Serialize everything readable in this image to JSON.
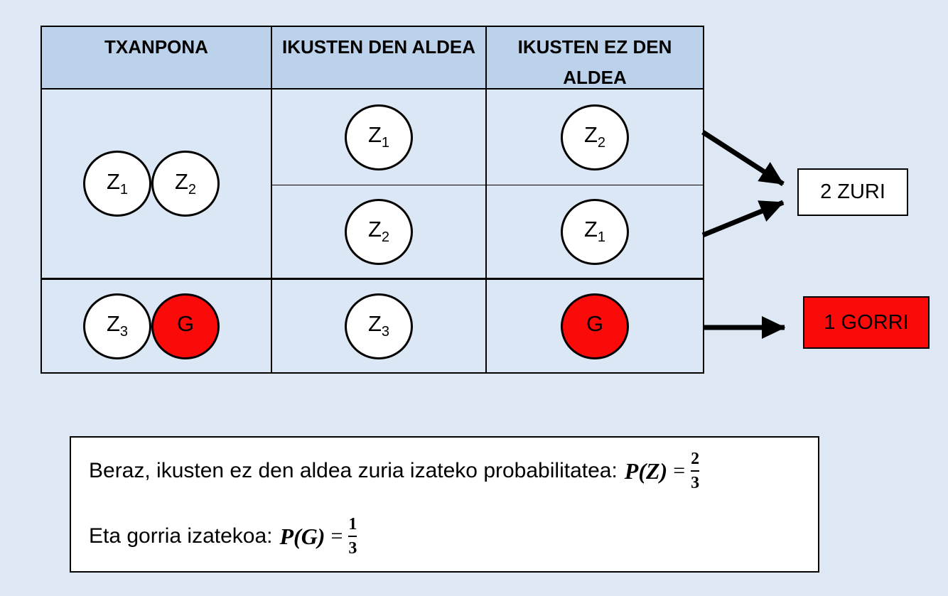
{
  "colors": {
    "page_background": "#dde8f4",
    "cell_background": "#dbe7f4",
    "header_background": "#bcd2ea",
    "red": "#fb0a0a",
    "white": "#ffffff",
    "border": "#000000"
  },
  "table": {
    "headers": [
      {
        "label": "TXANPONA"
      },
      {
        "label": "IKUSTEN DEN ALDEA"
      },
      {
        "label": "IKUSTEN EZ DEN ALDEA"
      }
    ],
    "coin1": {
      "left": {
        "base": "Z",
        "sub": "1",
        "color": "white"
      },
      "right": {
        "base": "Z",
        "sub": "2",
        "color": "white"
      }
    },
    "row1": {
      "visible": {
        "base": "Z",
        "sub": "1",
        "color": "white"
      },
      "hidden": {
        "base": "Z",
        "sub": "2",
        "color": "white"
      }
    },
    "row2": {
      "visible": {
        "base": "Z",
        "sub": "2",
        "color": "white"
      },
      "hidden": {
        "base": "Z",
        "sub": "1",
        "color": "white"
      }
    },
    "coin2": {
      "left": {
        "base": "Z",
        "sub": "3",
        "color": "white"
      },
      "right": {
        "base": "G",
        "sub": "",
        "color": "red"
      }
    },
    "row3": {
      "visible": {
        "base": "Z",
        "sub": "3",
        "color": "white"
      },
      "hidden": {
        "base": "G",
        "sub": "",
        "color": "red"
      }
    }
  },
  "results": {
    "zuri": {
      "label": "2 ZURI",
      "color": "white"
    },
    "gorri": {
      "label": "1 GORRI",
      "color": "red"
    }
  },
  "notes": {
    "line1_text": "Beraz, ikusten ez den aldea zuria izateko probabilitatea:",
    "line1_formula": "P(Z)",
    "line1_eq": "=",
    "line1_num": "2",
    "line1_den": "3",
    "line2_text": "Eta gorria izatekoa:",
    "line2_formula": "P(G)",
    "line2_eq": "=",
    "line2_num": "1",
    "line2_den": "3"
  }
}
